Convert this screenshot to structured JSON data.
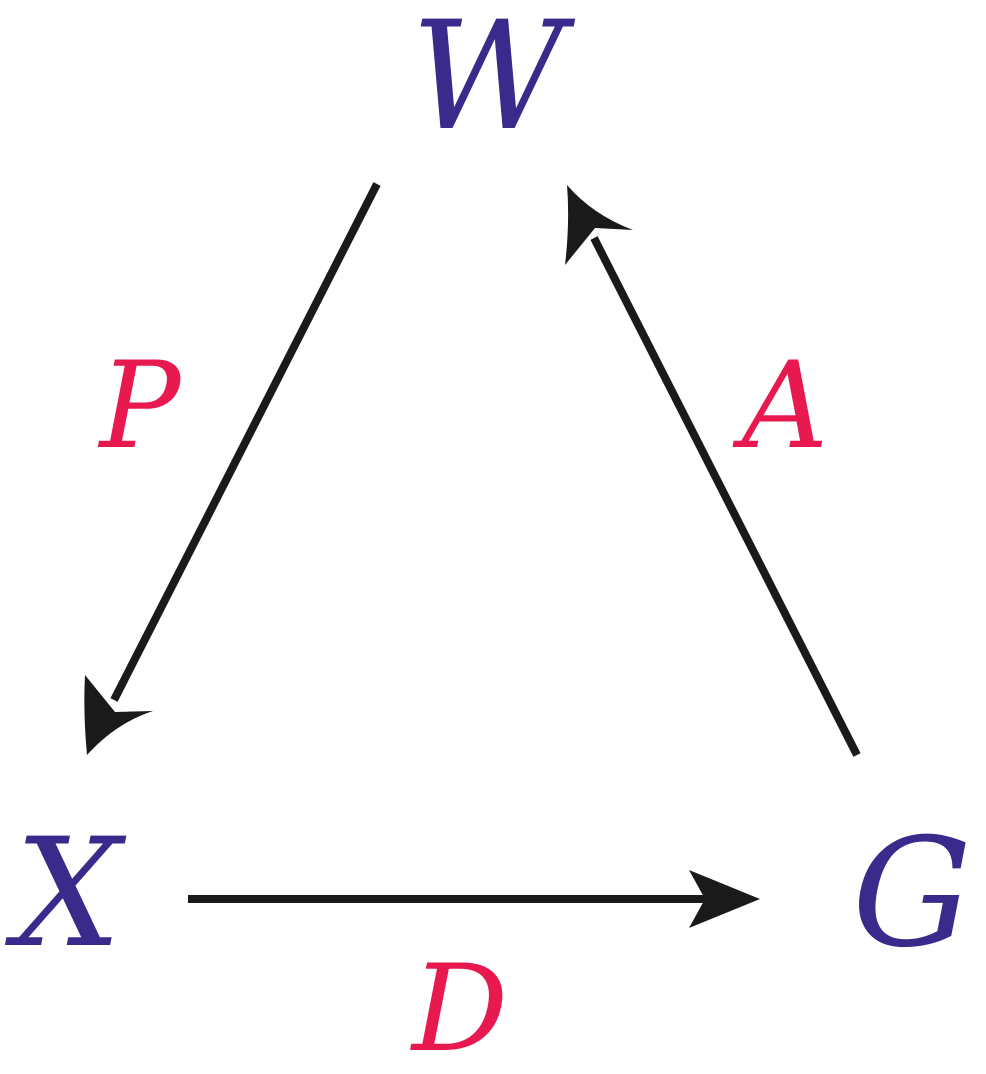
{
  "colors": {
    "node": "#3a2a8c",
    "edge_label": "#e8194f",
    "arrow": "#1a1a1a",
    "background": "#ffffff"
  },
  "nodes": {
    "w": "W",
    "x": "X",
    "g": "G"
  },
  "edges": {
    "p": "P",
    "a": "A",
    "d": "D"
  }
}
